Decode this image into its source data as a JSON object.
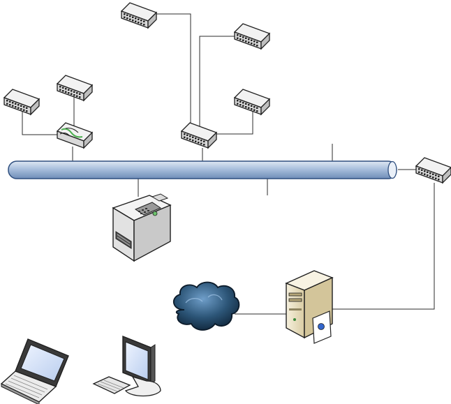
{
  "diagram": {
    "type": "network-topology",
    "nodes": [
      {
        "id": "switch-top-1",
        "kind": "switch"
      },
      {
        "id": "switch-top-2",
        "kind": "switch"
      },
      {
        "id": "switch-top-3",
        "kind": "switch"
      },
      {
        "id": "switch-left-1",
        "kind": "switch"
      },
      {
        "id": "switch-left-2",
        "kind": "switch"
      },
      {
        "id": "hub-left",
        "kind": "hub"
      },
      {
        "id": "switch-center",
        "kind": "switch"
      },
      {
        "id": "switch-right-edge",
        "kind": "switch"
      },
      {
        "id": "backbone-bus",
        "kind": "bus"
      },
      {
        "id": "printer",
        "kind": "printer"
      },
      {
        "id": "server",
        "kind": "server"
      },
      {
        "id": "internet-cloud",
        "kind": "cloud"
      },
      {
        "id": "laptop",
        "kind": "laptop"
      },
      {
        "id": "desktop-pc",
        "kind": "desktop"
      }
    ],
    "edges": [
      [
        "switch-top-1",
        "switch-center"
      ],
      [
        "switch-top-2",
        "switch-center"
      ],
      [
        "switch-top-3",
        "switch-center"
      ],
      [
        "switch-left-1",
        "hub-left"
      ],
      [
        "switch-left-2",
        "hub-left"
      ],
      [
        "hub-left",
        "backbone-bus"
      ],
      [
        "switch-center",
        "backbone-bus"
      ],
      [
        "backbone-bus",
        "printer"
      ],
      [
        "backbone-bus",
        "switch-right-edge"
      ],
      [
        "switch-right-edge",
        "server"
      ],
      [
        "server",
        "internet-cloud"
      ]
    ]
  },
  "colors": {
    "bus_fill": "#a9bfdc",
    "bus_stroke": "#2f4f7f",
    "device_fill": "#e6e6e6",
    "device_stroke": "#1f1f1f",
    "cloud_fill": "#1f3d5c",
    "server_fill": "#eee3c3",
    "accent_blue": "#3366cc",
    "hub_green": "#4caf50"
  }
}
